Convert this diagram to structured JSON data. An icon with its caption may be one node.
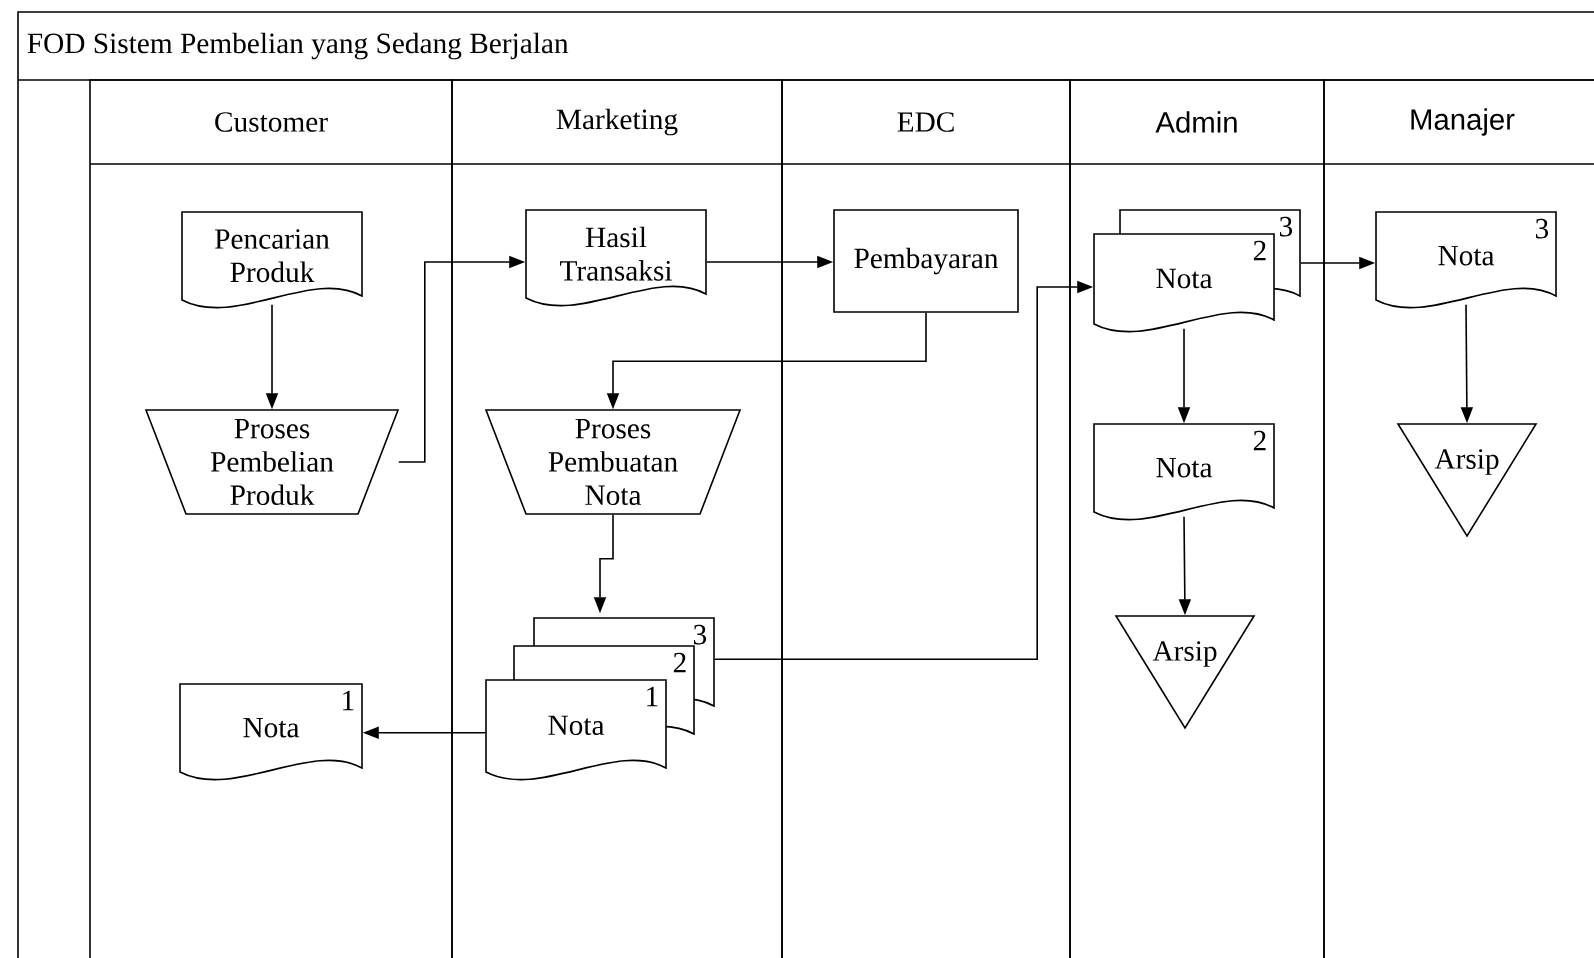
{
  "diagram": {
    "title": "FOD Sistem Pembelian yang Sedang Berjalan",
    "nodes": [
      {
        "text": [
          "Customer"
        ]
      },
      {
        "text": [
          "Marketing"
        ]
      },
      {
        "text": [
          "EDC"
        ]
      },
      {
        "text": [
          "Admin"
        ]
      },
      {
        "text": [
          "Manajer"
        ]
      },
      {
        "text": [
          "Pencarian Produk"
        ],
        "in": 0
      },
      {
        "text": [
          "Proses Pembelian Produk"
        ],
        "in": 0
      },
      {
        "text": [
          "Nota",
          "1"
        ],
        "in": 0
      },
      {
        "text": [
          "Hasil Transaksi"
        ],
        "in": 1
      },
      {
        "text": [
          "Proses Pembuatan Nota"
        ],
        "in": 1
      },
      {
        "text": [
          "Nota",
          "1",
          "2",
          "3"
        ],
        "in": 1
      },
      {
        "text": [
          "Pembayaran"
        ],
        "in": 2
      },
      {
        "text": [
          "Nota",
          "2",
          "3"
        ],
        "in": 3
      },
      {
        "text": [
          "Nota",
          "2"
        ],
        "in": 3
      },
      {
        "text": [
          "Arsip"
        ],
        "in": 3
      },
      {
        "text": [
          "Nota",
          "3"
        ],
        "in": 4
      },
      {
        "text": [
          "Arsip"
        ],
        "in": 4
      }
    ],
    "edges": [
      {
        "from": 5,
        "to": 6,
        "arrow": "to"
      },
      {
        "from": 6,
        "to": 8,
        "arrow": "to"
      },
      {
        "from": 8,
        "to": 11,
        "arrow": "to"
      },
      {
        "from": 11,
        "to": 9,
        "arrow": "to"
      },
      {
        "from": 9,
        "to": 10,
        "arrow": "to"
      },
      {
        "from": 10,
        "to": 7,
        "arrow": "to"
      },
      {
        "from": 10,
        "to": 12,
        "arrow": "to"
      },
      {
        "from": 12,
        "to": 15,
        "arrow": "to"
      },
      {
        "from": 12,
        "to": 13,
        "arrow": "to"
      },
      {
        "from": 13,
        "to": 14,
        "arrow": "to"
      },
      {
        "from": 15,
        "to": 16,
        "arrow": "to"
      }
    ]
  }
}
